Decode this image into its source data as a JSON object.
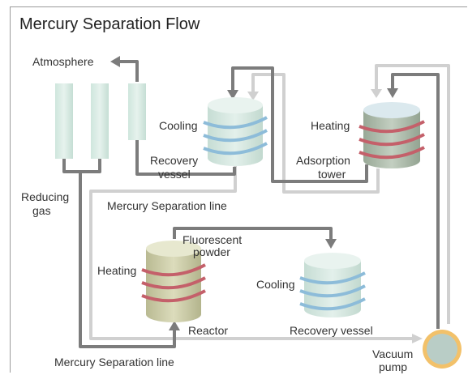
{
  "title": "Mercury Separation Flow",
  "labels": {
    "atmosphere": "Atmosphere",
    "cooling_top": "Cooling",
    "recovery_vessel_1": "Recovery",
    "recovery_vessel_2": "vessel",
    "heating_top": "Heating",
    "adsorption_1": "Adsorption",
    "adsorption_2": "tower",
    "reducing_1": "Reducing",
    "reducing_2": "gas",
    "mercury_line_upper": "Mercury Separation line",
    "fluorescent_1": "Fluorescent",
    "fluorescent_2": "powder",
    "heating_reactor": "Heating",
    "reactor": "Reactor",
    "cooling_bottom": "Cooling",
    "recovery_vessel_bottom": "Recovery vessel",
    "vacuum_1": "Vacuum",
    "vacuum_2": "pump",
    "mercury_line_lower": "Mercury Separation line"
  },
  "colors": {
    "dark_line": "#7a7a7a",
    "light_line": "#cfcfcf",
    "cold_coil": "#8dbcd9",
    "hot_coil": "#c4606a",
    "vessel_green": "#d7e9e2",
    "tower_green": "#a9b8a7",
    "reactor_olive": "#c8c9a3",
    "pump_ring": "#f2c16a",
    "pump_core": "#b9cdc6"
  }
}
